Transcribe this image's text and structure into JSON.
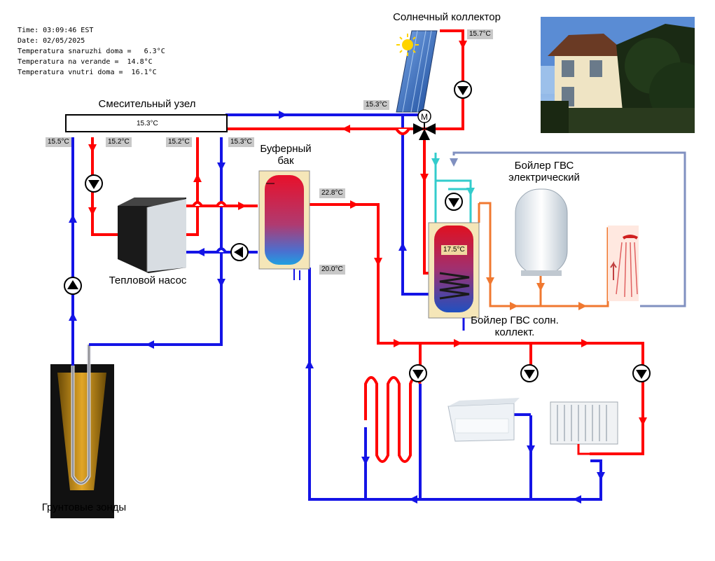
{
  "status": {
    "time": "Time: 03:09:46 EST",
    "date": "Date: 02/05/2025",
    "t_out": "Temperatura snaruzhi doma =   6.3°C",
    "t_veranda": "Temperatura na verande =  14.8°C",
    "t_in": "Temperatura vnutri doma =  16.1°C"
  },
  "labels": {
    "solar_collector": "Солнечный коллектор",
    "mixing_unit": "Смесительный узел",
    "buffer_tank": "Буферный бак",
    "dhw_electric": "Бойлер ГВС электрический",
    "heat_pump": "Тепловой насос",
    "dhw_solar": "Бойлер ГВС солн. коллект.",
    "ground_probes": "Грунтовые зонды",
    "valve_letter": "M"
  },
  "temps": {
    "solar_out": "15.7°C",
    "solar_in": "15.3°C",
    "mixer": "15.3°C",
    "ground_supply": "15.5°C",
    "hp_in": "15.2°C",
    "hp_out": "15.2°C",
    "ground_return": "15.3°C",
    "buffer_top": "22.8°C",
    "buffer_bottom": "20.0°C",
    "dhw_solar_tank": "17.5°C"
  },
  "colors": {
    "hot": "#ff0000",
    "cold": "#1414e6",
    "dhw_hot": "#f07830",
    "cold_water": "#33cccc",
    "recirc": "#8090c0"
  }
}
